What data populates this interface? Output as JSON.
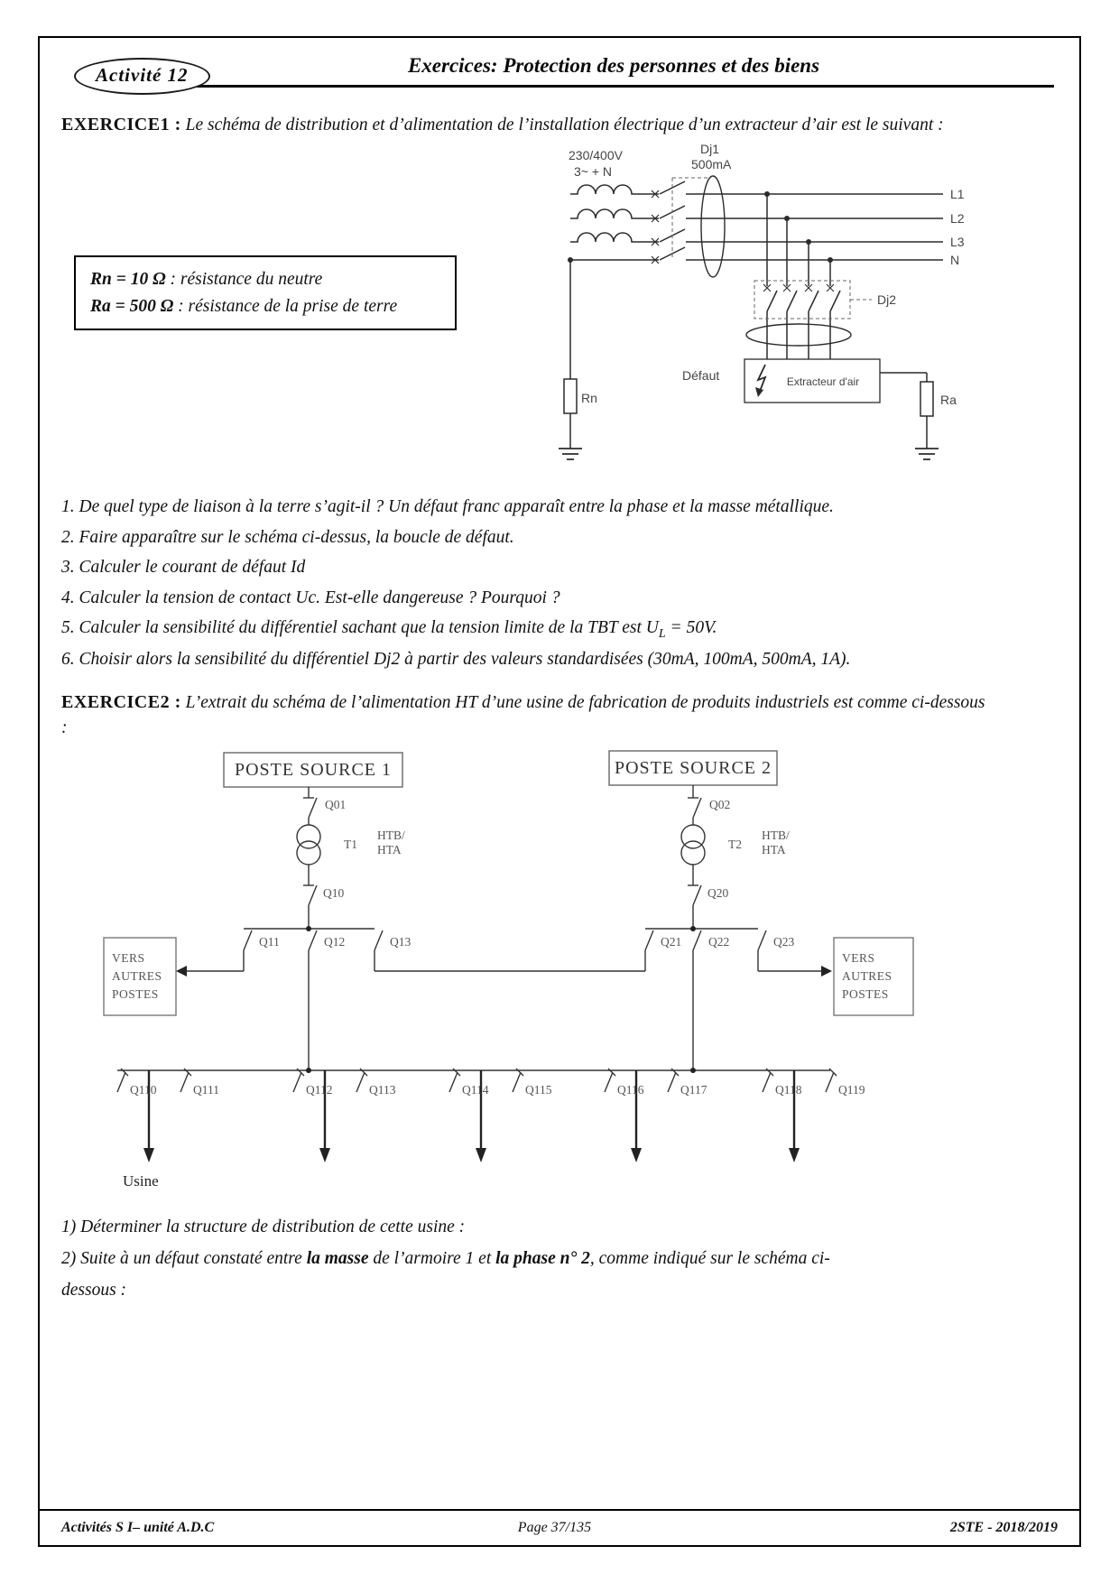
{
  "header": {
    "badge": "Activité 12",
    "title": "Exercices: Protection des personnes et des biens"
  },
  "exercise1": {
    "label": "EXERCICE1 :",
    "intro": "Le schéma de distribution et d’alimentation de l’installation électrique d’un extracteur d’air est le suivant :",
    "info_box": {
      "rn_bold": "Rn = 10 Ω",
      "rn_text": " : résistance du neutre",
      "ra_bold": "Ra = 500 Ω",
      "ra_text": " : résistance de la prise de terre"
    },
    "diagram": {
      "source_line1": "230/400V",
      "source_line2": "3~ + N",
      "dj1_line1": "Dj1",
      "dj1_line2": "500mA",
      "l1": "L1",
      "l2": "L2",
      "l3": "L3",
      "n": "N",
      "dj2": "Dj2",
      "defaut": "Défaut",
      "extracteur": "Extracteur d'air",
      "rn": "Rn",
      "ra": "Ra"
    },
    "questions": {
      "q1": "1. De quel type de liaison à la terre s’agit-il ? Un défaut franc apparaît entre la phase et la masse métallique.",
      "q2": "2. Faire apparaître sur le schéma ci-dessus, la boucle de défaut.",
      "q3": "3. Calculer le courant de défaut Id",
      "q4": "4. Calculer la tension de contact Uc. Est-elle dangereuse ? Pourquoi ?",
      "q5_pre": "5. Calculer la sensibilité du différentiel sachant que la tension limite de la TBT est U",
      "q5_sub": "L",
      "q5_post": " = 50V.",
      "q6": "6. Choisir alors la sensibilité du différentiel Dj2 à partir des valeurs standardisées (30mA, 100mA, 500mA, 1A)."
    }
  },
  "exercise2": {
    "label": "EXERCICE2 :",
    "intro": "L’extrait du schéma de l’alimentation HT d’une usine de fabrication de produits industriels est comme ci-dessous :",
    "diagram": {
      "poste1": "POSTE SOURCE 1",
      "poste2": "POSTE SOURCE 2",
      "q01": "Q01",
      "q02": "Q02",
      "t1": "T1",
      "t2": "T2",
      "htb1_line1": "HTB/",
      "htb1_line2": "HTA",
      "htb2_line1": "HTB/",
      "htb2_line2": "HTA",
      "q10": "Q10",
      "q20": "Q20",
      "q11": "Q11",
      "q12": "Q12",
      "q13": "Q13",
      "q21": "Q21",
      "q22": "Q22",
      "q23": "Q23",
      "vers_left": [
        "VERS",
        "AUTRES",
        "POSTES"
      ],
      "vers_right": [
        "VERS",
        "AUTRES",
        "POSTES"
      ],
      "feeder_switches": [
        "Q110",
        "Q111",
        "Q112",
        "Q113",
        "Q114",
        "Q115",
        "Q116",
        "Q117",
        "Q118",
        "Q119"
      ],
      "usine": "Usine"
    },
    "questions": {
      "q1": "1) Déterminer la structure de distribution de cette usine :",
      "q2_p1": "2) Suite à un défaut constaté entre ",
      "q2_b1": "la masse",
      "q2_p2": " de l’armoire 1 et ",
      "q2_b2": "la phase n° 2",
      "q2_p3": ", comme indiqué sur le schéma ci-",
      "q2_p4": "dessous :"
    }
  },
  "footer": {
    "left": "Activités S I– unité A.D.C",
    "center": "Page 37/135",
    "right": "2STE - 2018/2019"
  }
}
